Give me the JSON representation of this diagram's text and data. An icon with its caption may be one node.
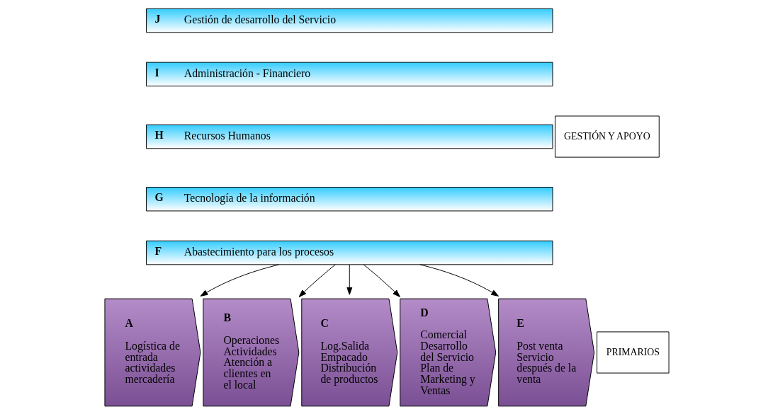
{
  "diagram": {
    "nodes": [
      {
        "text": [
          "J",
          "Gestión de desarrollo del Servicio"
        ]
      },
      {
        "text": [
          "I",
          "Administración - Financiero"
        ]
      },
      {
        "text": [
          "H",
          "Recursos Humanos"
        ]
      },
      {
        "text": [
          "G",
          "Tecnología de la información"
        ]
      },
      {
        "text": [
          "F",
          "Abastecimiento para los procesos"
        ]
      },
      {
        "text": [
          "GESTIÓN Y APOYO"
        ]
      },
      {
        "text": [
          "A",
          "Logística de entrada actividades mercadería"
        ]
      },
      {
        "text": [
          "B",
          "Operaciones Actividades Atención a clientes en el local"
        ]
      },
      {
        "text": [
          "C",
          "Log.Salida Empacado Distribución de productos"
        ]
      },
      {
        "text": [
          "D",
          "Comercial Desarrollo del Servicio Plan de Marketing y Ventas"
        ]
      },
      {
        "text": [
          "E",
          "Post venta Servicio después de la venta"
        ]
      },
      {
        "text": [
          "PRIMARIOS"
        ]
      }
    ],
    "edges": [
      {
        "from": 4,
        "to": 6,
        "arrow": "to"
      },
      {
        "from": 4,
        "to": 7,
        "arrow": "to"
      },
      {
        "from": 4,
        "to": 8,
        "arrow": "to"
      },
      {
        "from": 4,
        "to": 9,
        "arrow": "to"
      },
      {
        "from": 4,
        "to": 10,
        "arrow": "to"
      }
    ]
  }
}
